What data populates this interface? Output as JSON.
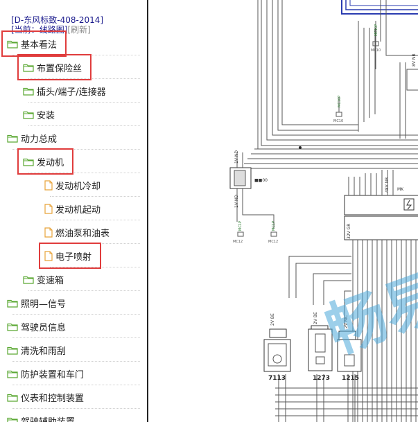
{
  "header": {
    "title": "[D-东风标致-408-2014]",
    "current_prefix": "[当前：",
    "current_value": "线路图",
    "current_suffix": "]",
    "refresh": "[刷新]"
  },
  "tree": [
    {
      "label": "基本看法",
      "icon": "folder-icon",
      "level": 0,
      "highlighted": true
    },
    {
      "label": "布置保险丝",
      "icon": "folder-icon",
      "level": 1,
      "highlighted": true
    },
    {
      "label": "插头/端子/连接器",
      "icon": "folder-icon",
      "level": 1,
      "highlighted": false
    },
    {
      "label": "安装",
      "icon": "folder-icon",
      "level": 1,
      "highlighted": false
    },
    {
      "label": "动力总成",
      "icon": "folder-icon",
      "level": 0,
      "highlighted": false
    },
    {
      "label": "发动机",
      "icon": "folder-icon",
      "level": 1,
      "highlighted": true
    },
    {
      "label": "发动机冷却",
      "icon": "document-icon",
      "level": 2,
      "highlighted": false
    },
    {
      "label": "发动机起动",
      "icon": "document-icon",
      "level": 2,
      "highlighted": false
    },
    {
      "label": "燃油泵和油表",
      "icon": "document-icon",
      "level": 2,
      "highlighted": false
    },
    {
      "label": "电子喷射",
      "icon": "document-icon",
      "level": 2,
      "highlighted": true
    },
    {
      "label": "变速箱",
      "icon": "folder-icon",
      "level": 1,
      "highlighted": false
    },
    {
      "label": "照明—信号",
      "icon": "folder-icon",
      "level": 0,
      "highlighted": false
    },
    {
      "label": "驾驶员信息",
      "icon": "folder-icon",
      "level": 0,
      "highlighted": false
    },
    {
      "label": "清洗和雨刮",
      "icon": "folder-icon",
      "level": 0,
      "highlighted": false
    },
    {
      "label": "防护装置和车门",
      "icon": "folder-icon",
      "level": 0,
      "highlighted": false
    },
    {
      "label": "仪表和控制装置",
      "icon": "folder-icon",
      "level": 0,
      "highlighted": false
    },
    {
      "label": "驾驶辅助装置",
      "icon": "folder-icon",
      "level": 0,
      "highlighted": false
    }
  ],
  "colors": {
    "highlight": "#e03c3c",
    "folder_outline": "#5aa832",
    "document_outline": "#e8a33a",
    "link": "#1a1a8c",
    "wire": "#555555",
    "bus": "#2a3bb0"
  },
  "diagram": {
    "labels": {
      "conn_1v_nd": "1V ND",
      "conn_1v_nd_b": "1V ND",
      "conn_8v_nr": "8V NR",
      "conn_48v_nr": "48V NR",
      "conn_32v_gr": "32V GR",
      "mc10": "MC10",
      "mc10p": "MC10P",
      "mc10_top": "MC10",
      "mc10p_top": "MC10P",
      "mc12": "MC12",
      "mc12_b": "MC12",
      "mc1p": "MC1P",
      "mc1p_b": "MC1P",
      "mk_tag": "MK",
      "square_tag": "■■00",
      "comp_a_conn": "2V BE",
      "comp_b_conn": "2V BE",
      "comp_c_conn": "2V MC",
      "comp_a": "7113",
      "comp_b": "1273",
      "comp_c": "1215"
    },
    "watermark": "畅易"
  }
}
